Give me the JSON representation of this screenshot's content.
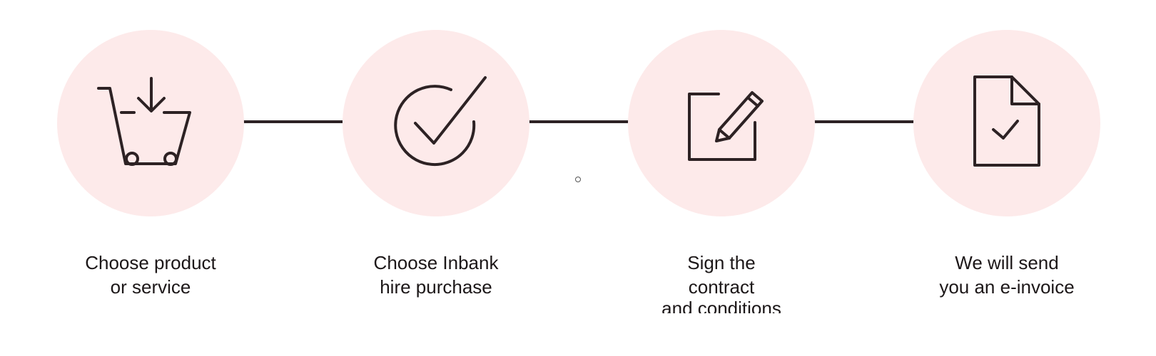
{
  "colors": {
    "circle_bg": "#fdeaea",
    "line": "#2d2224",
    "text": "#1c1718"
  },
  "steps": [
    {
      "icon": "shopping-cart-download-icon",
      "lines": [
        "Choose product",
        "or service"
      ]
    },
    {
      "icon": "check-circle-icon",
      "lines": [
        "Choose Inbank",
        "hire purchase"
      ]
    },
    {
      "icon": "sign-contract-icon",
      "lines": [
        "Sign the",
        "contract",
        "and conditions"
      ]
    },
    {
      "icon": "document-check-icon",
      "lines": [
        "We will send",
        "you an e-invoice"
      ]
    }
  ]
}
